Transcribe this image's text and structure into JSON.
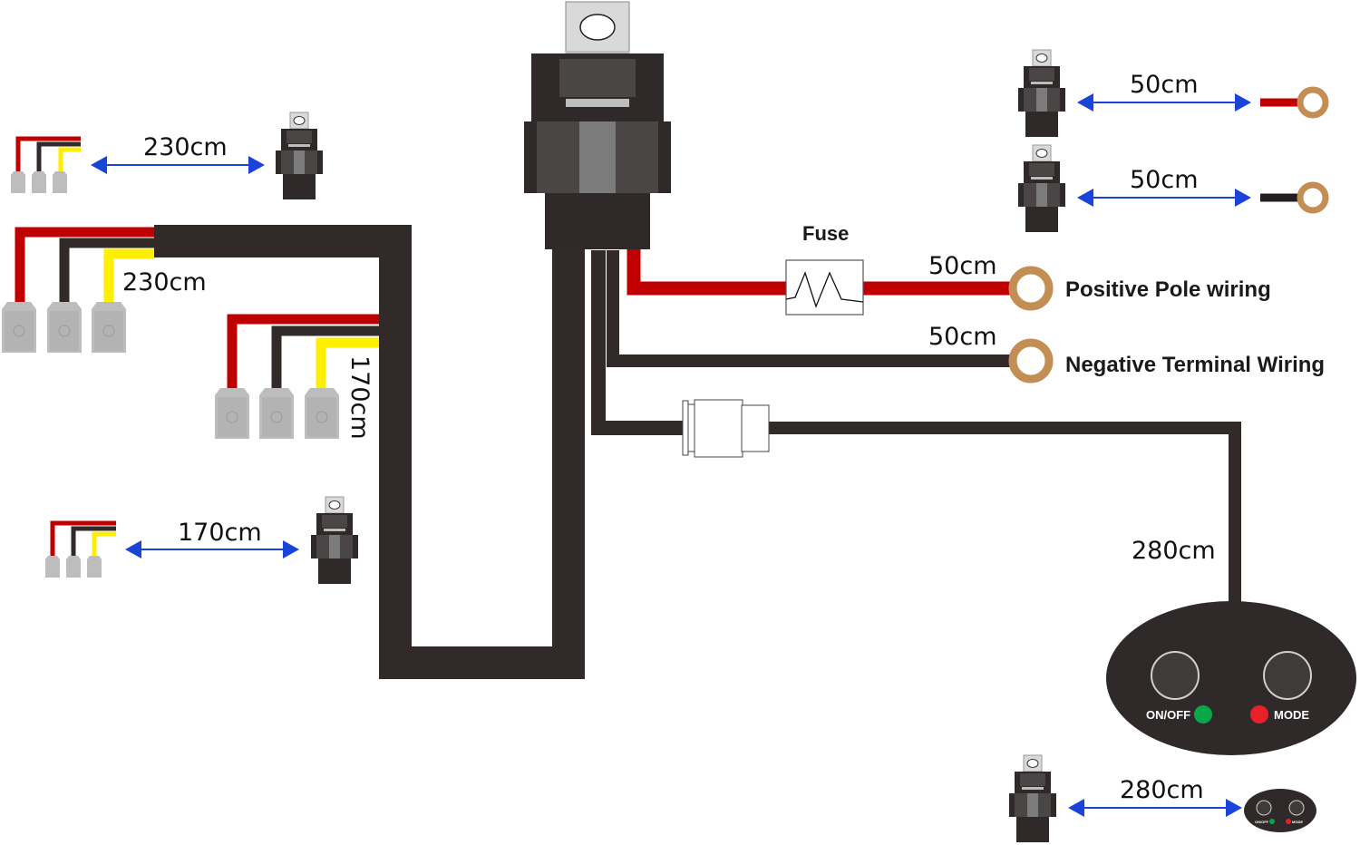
{
  "diagram": {
    "title": "Wiring harness with relay, fuse and ON/OFF / MODE switch",
    "colors": {
      "harness": "#322a29",
      "positive_wire": "#c00000",
      "negative_wire": "#231f20",
      "signal_wire": "#ffee00",
      "ring_terminal": "#c38d54",
      "dimension_arrow": "#1a44d8",
      "connector_plug": "#bdbdbd",
      "relay_body": "#2f2a29",
      "relay_mid": "#4a4646",
      "relay_stripe": "#7b7b7b",
      "relay_tab": "#d9d9d9",
      "led_green": "#0aa64a",
      "led_red": "#e8202a"
    },
    "lengths": {
      "left_top": "230cm",
      "left_main": "230cm",
      "left_branch": "170cm",
      "left_bottom": "170cm",
      "right_top_positive": "50cm",
      "right_top_negative": "50cm",
      "positive_wire": "50cm",
      "negative_wire": "50cm",
      "switch_cable": "280cm",
      "bottom_switch": "280cm"
    },
    "labels": {
      "fuse": "Fuse",
      "positive": "Positive Pole wiring",
      "negative": "Negative Terminal Wiring"
    },
    "switch": {
      "button_left_label": "ON/OFF",
      "button_right_label": "MODE"
    }
  }
}
